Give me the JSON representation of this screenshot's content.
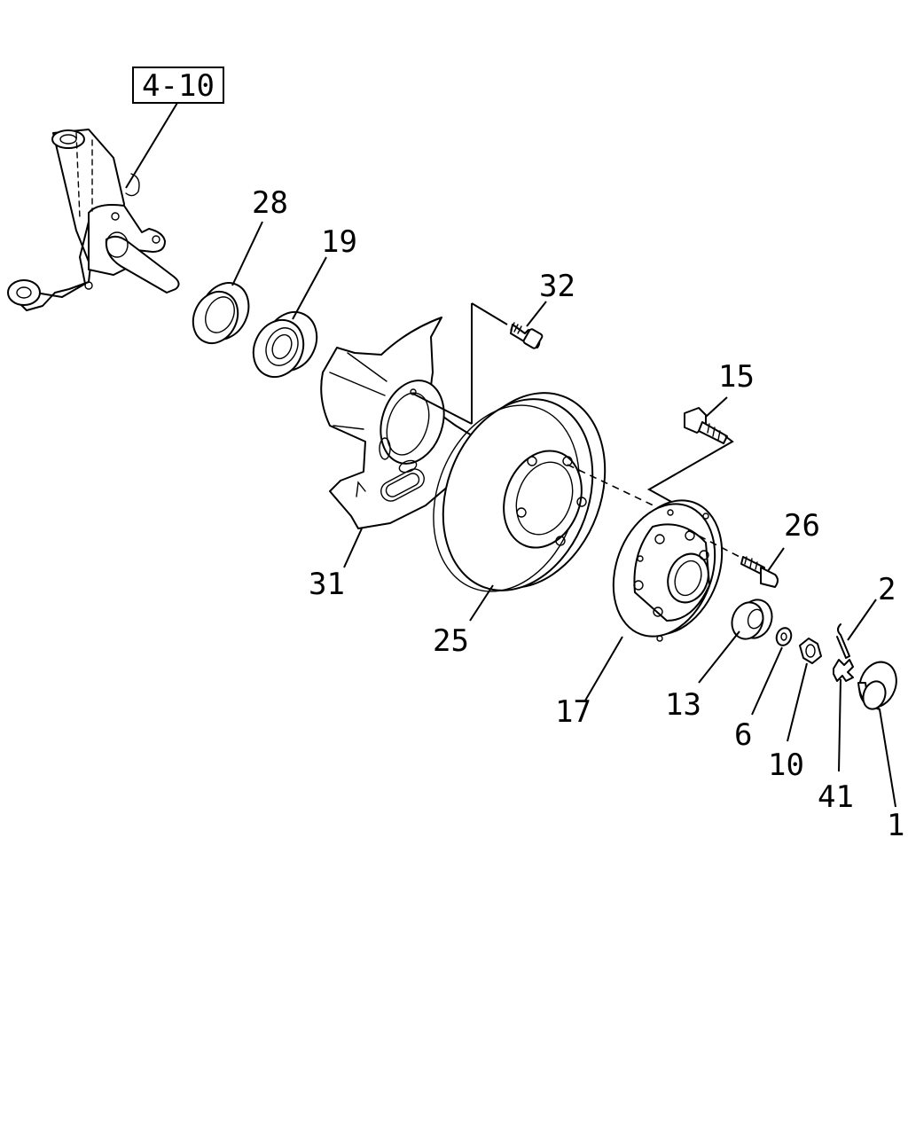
{
  "reference": "4-10",
  "callouts": {
    "c28": "28",
    "c19": "19",
    "c32": "32",
    "c15": "15",
    "c26": "26",
    "c31": "31",
    "c25": "25",
    "c17": "17",
    "c13": "13",
    "c6": "6",
    "c10": "10",
    "c41": "41",
    "c2": "2",
    "c1": "1"
  }
}
